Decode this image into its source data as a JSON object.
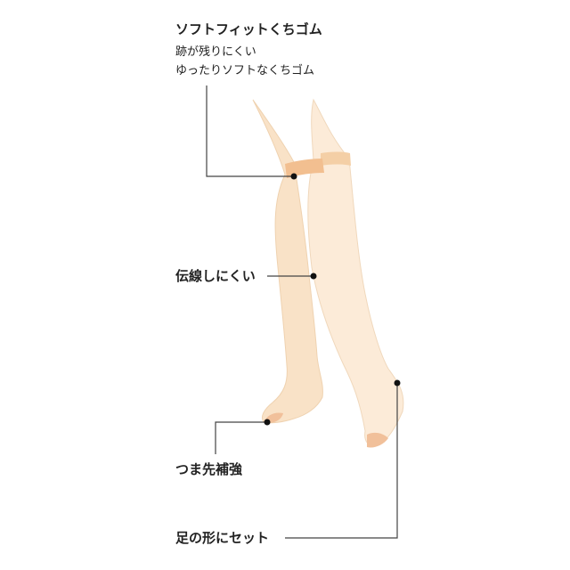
{
  "callouts": {
    "top": {
      "title": "ソフトフィットくちゴム",
      "lines": [
        "跡が残りにくい",
        "ゆったりソフトなくちゴム"
      ]
    },
    "middle": {
      "title": "伝線しにくい"
    },
    "toe": {
      "title": "つま先補強"
    },
    "fit": {
      "title": "足の形にセット"
    }
  },
  "colors": {
    "skin_light": "#fcebd8",
    "skin_mid": "#f6d9b8",
    "band": "#f2bf90",
    "toe_patch": "#f1c09a",
    "leader": "#444444"
  }
}
